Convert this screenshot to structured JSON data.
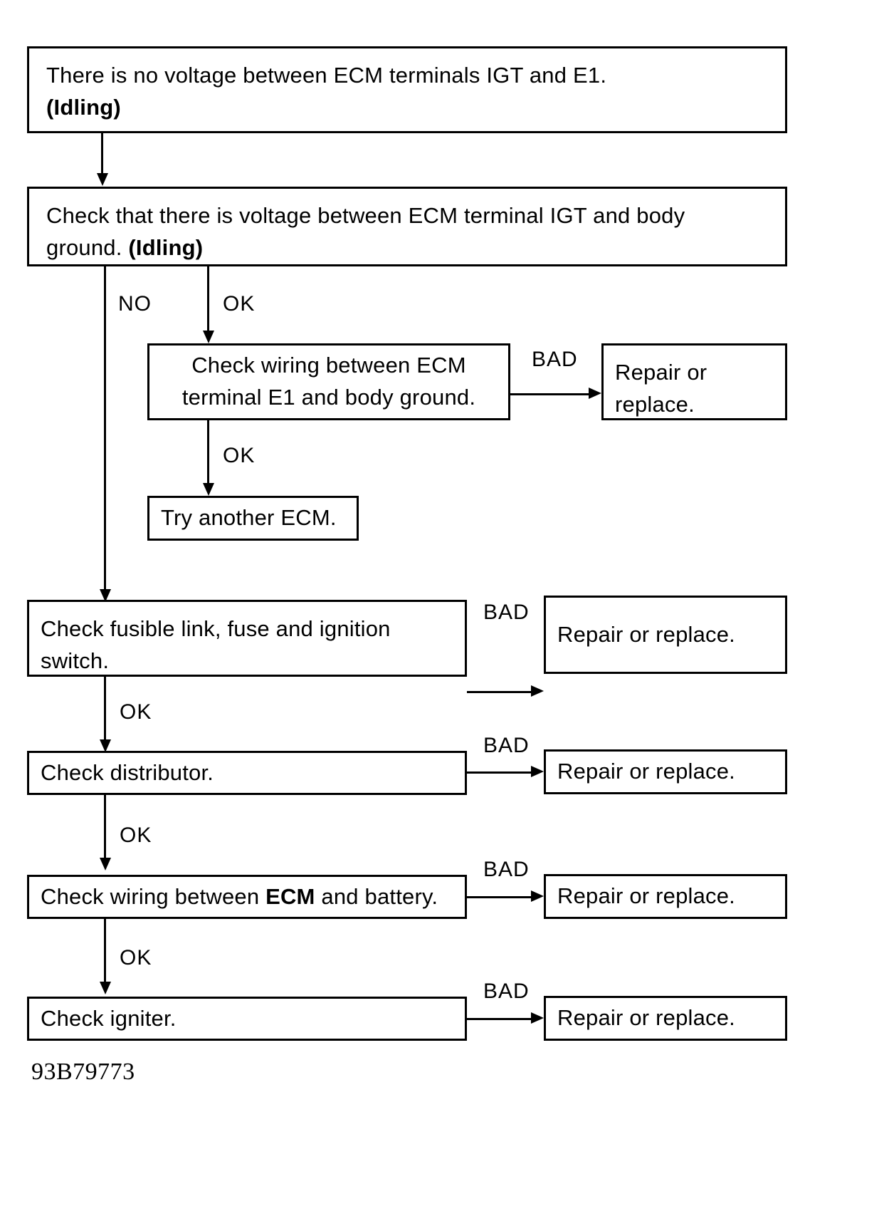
{
  "diagram": {
    "title": "ECM IGT/E1 no-voltage troubleshooting flowchart",
    "caption": "93B79773",
    "colors": {
      "ink": "#000000",
      "paper": "#ffffff"
    },
    "nodes": {
      "symptom": {
        "line1": "There is no voltage between ECM terminals IGT and E1.",
        "line2": "(Idling)"
      },
      "check_igt_body_ground": {
        "line1": "Check that there is voltage between ECM terminal IGT and body",
        "line2a": "ground. ",
        "line2b": "(Idling)"
      },
      "check_e1_wiring": {
        "line1": "Check wiring between ECM",
        "line2": "terminal E1 and body ground."
      },
      "repair_or_replace_1": {
        "line1": "Repair or",
        "line2": "replace."
      },
      "try_another_ecm": {
        "text": "Try another ECM."
      },
      "check_fusible_link": {
        "line1": "Check fusible link, fuse and ignition",
        "line2": "switch."
      },
      "repair_or_replace_2": {
        "text": "Repair or replace."
      },
      "check_distributor": {
        "text": "Check distributor."
      },
      "repair_or_replace_3": {
        "text": "Repair or replace."
      },
      "check_ecm_battery_wiring": {
        "pre": "Check wiring between ",
        "strong": "ECM",
        "post": " and battery."
      },
      "repair_or_replace_4": {
        "text": "Repair or replace."
      },
      "check_igniter": {
        "text": "Check igniter."
      },
      "repair_or_replace_5": {
        "text": "Repair or replace."
      }
    },
    "edge_labels": {
      "no_1": "NO",
      "ok_1": "OK",
      "bad_1": "BAD",
      "ok_2": "OK",
      "bad_2": "BAD",
      "ok_3": "OK",
      "bad_3": "BAD",
      "ok_4": "OK",
      "bad_4": "BAD",
      "ok_5": "OK",
      "bad_5": "BAD"
    }
  }
}
